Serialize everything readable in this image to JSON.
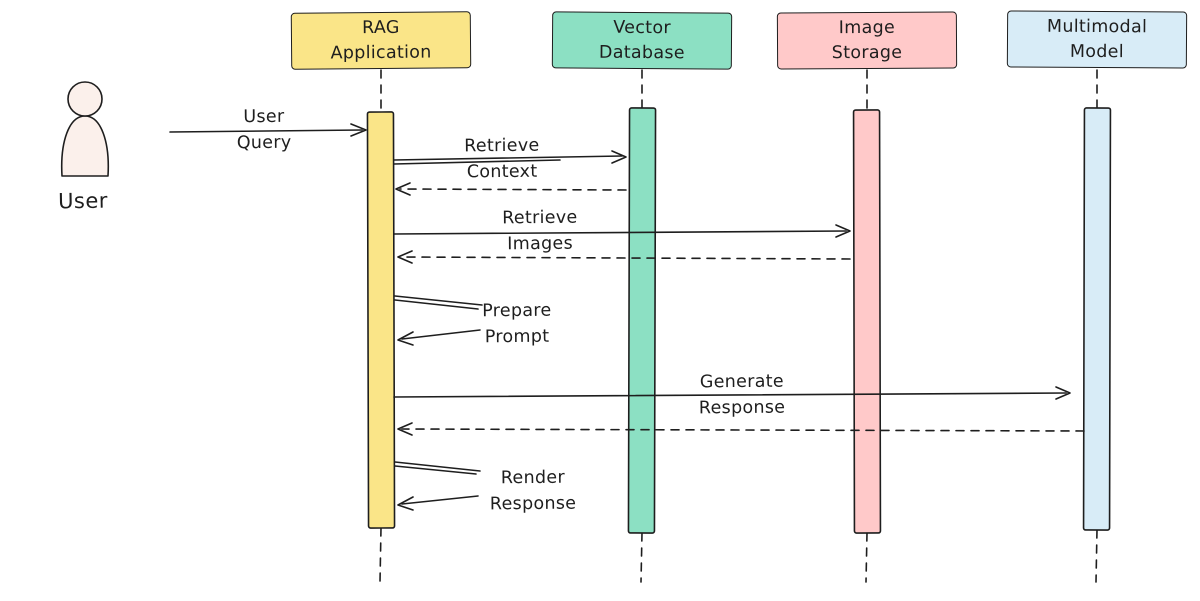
{
  "ink": "#1e1e1e",
  "background": "#ffffff",
  "actor": {
    "label": "User"
  },
  "participants": [
    {
      "label": "RAG\nApplication",
      "color": "#FAE588"
    },
    {
      "label": "Vector\nDatabase",
      "color": "#8CE0C3"
    },
    {
      "label": "Image\nStorage",
      "color": "#FFC9C9"
    },
    {
      "label": "Multimodal\nModel",
      "color": "#D8ECF7"
    }
  ],
  "messages": [
    {
      "label": "User\nQuery",
      "type": "solid",
      "from": "User",
      "to": "RAG Application"
    },
    {
      "label": "Retrieve\nContext",
      "type": "solid",
      "from": "RAG Application",
      "to": "Vector Database"
    },
    {
      "label": "",
      "type": "dashed-return",
      "from": "Vector Database",
      "to": "RAG Application"
    },
    {
      "label": "Retrieve\nImages",
      "type": "solid",
      "from": "RAG Application",
      "to": "Image Storage"
    },
    {
      "label": "",
      "type": "dashed-return",
      "from": "Image Storage",
      "to": "RAG Application"
    },
    {
      "label": "Prepare\nPrompt",
      "type": "self",
      "from": "RAG Application",
      "to": "RAG Application"
    },
    {
      "label": "Generate\nResponse",
      "type": "solid",
      "from": "RAG Application",
      "to": "Multimodal Model"
    },
    {
      "label": "",
      "type": "dashed-return",
      "from": "Multimodal Model",
      "to": "RAG Application"
    },
    {
      "label": "Render\nResponse",
      "type": "self",
      "from": "RAG Application",
      "to": "RAG Application"
    }
  ]
}
